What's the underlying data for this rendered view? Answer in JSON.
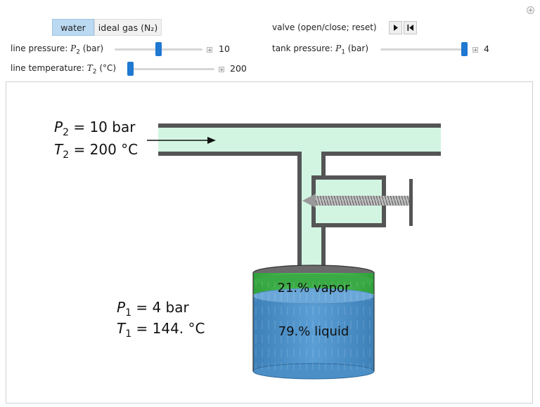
{
  "fluid_selector": {
    "options": [
      "water",
      "ideal gas (N₂)"
    ],
    "selected": "water"
  },
  "controls": {
    "line_pressure": {
      "label_prefix": "line pressure: ",
      "var": "P",
      "sub": "2",
      "unit": " (bar)",
      "value": "10",
      "fraction": 0.5
    },
    "line_temperature": {
      "label_prefix": "line temperature: ",
      "var": "T",
      "sub": "2",
      "unit": " (°C)",
      "value": "200",
      "fraction": 0.0
    },
    "tank_pressure": {
      "label_prefix": "tank pressure: ",
      "var": "P",
      "sub": "1",
      "unit": " (bar)",
      "value": "4",
      "fraction": 1.0
    },
    "valve": {
      "label": "valve (open/close; reset)"
    }
  },
  "diagram": {
    "line_state": {
      "p_var": "P",
      "p_sub": "2",
      "p_text": " = 10 bar",
      "t_var": "T",
      "t_sub": "2",
      "t_text": " = 200 °C"
    },
    "tank_state": {
      "p_var": "P",
      "p_sub": "1",
      "p_text": " = 4 bar",
      "t_var": "T",
      "t_sub": "1",
      "t_text": " = 144. °C"
    },
    "vapor_label": "21.% vapor",
    "liquid_label": "79.% liquid",
    "vapor_fraction": 0.21,
    "liquid_fraction": 0.79
  },
  "colors": {
    "pipe_fill": "#d2f5e1",
    "pipe_wall": "#555555",
    "vapor": "#3fb84a",
    "liquid": "#4b8fc7",
    "slider_thumb": "#1f78d1"
  }
}
